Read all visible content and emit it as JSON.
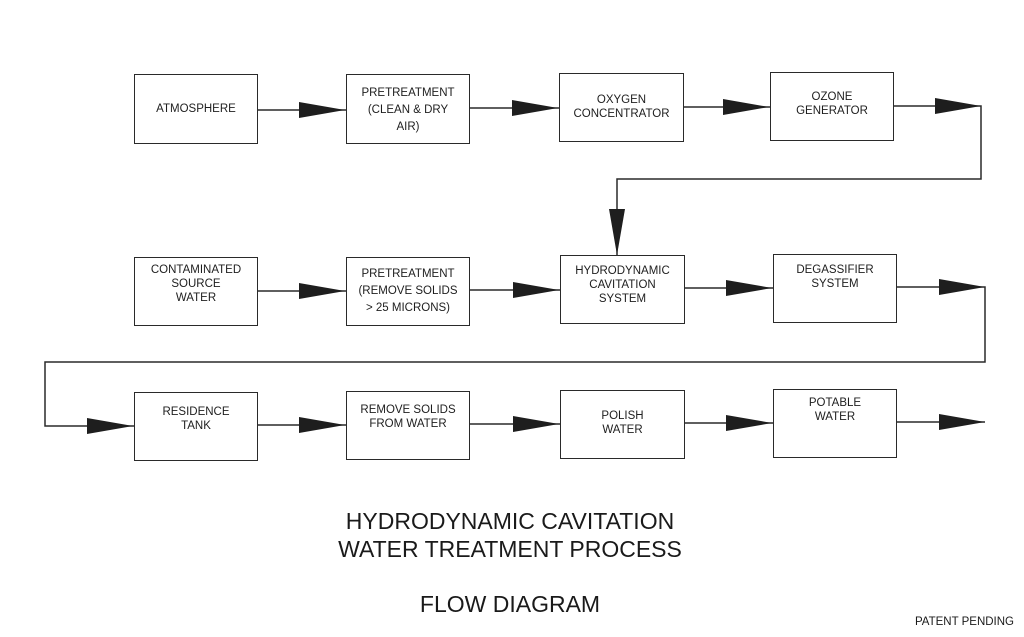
{
  "diagram": {
    "rows": [
      {
        "name": "air-ozone-line",
        "steps": [
          {
            "id": "atmosphere",
            "label": "ATMOSPHERE"
          },
          {
            "id": "pretreatment-air",
            "label": "PRETREATMENT\n(CLEAN & DRY\nAIR)"
          },
          {
            "id": "oxygen-concentrator",
            "label": "OXYGEN\nCONCENTRATOR"
          },
          {
            "id": "ozone-generator",
            "label": "OZONE\nGENERATOR"
          }
        ]
      },
      {
        "name": "water-cavitation-line",
        "steps": [
          {
            "id": "contaminated-source-water",
            "label": "CONTAMINATED\nSOURCE\nWATER"
          },
          {
            "id": "pretreatment-water",
            "label": "PRETREATMENT\n(REMOVE SOLIDS\n> 25 MICRONS)"
          },
          {
            "id": "hydrodynamic-cavitation-system",
            "label": "HYDRODYNAMIC\nCAVITATION\nSYSTEM"
          },
          {
            "id": "degassifier-system",
            "label": "DEGASSIFIER\nSYSTEM"
          }
        ]
      },
      {
        "name": "finishing-line",
        "steps": [
          {
            "id": "residence-tank",
            "label": "RESIDENCE\nTANK"
          },
          {
            "id": "remove-solids-from-water",
            "label": "REMOVE SOLIDS\nFROM WATER"
          },
          {
            "id": "polish-water",
            "label": "POLISH\nWATER"
          },
          {
            "id": "potable-water",
            "label": "POTABLE\nWATER"
          }
        ]
      }
    ],
    "connections": [
      {
        "from": "atmosphere",
        "to": "pretreatment-air"
      },
      {
        "from": "pretreatment-air",
        "to": "oxygen-concentrator"
      },
      {
        "from": "oxygen-concentrator",
        "to": "ozone-generator"
      },
      {
        "from": "ozone-generator",
        "to": "hydrodynamic-cavitation-system"
      },
      {
        "from": "contaminated-source-water",
        "to": "pretreatment-water"
      },
      {
        "from": "pretreatment-water",
        "to": "hydrodynamic-cavitation-system"
      },
      {
        "from": "hydrodynamic-cavitation-system",
        "to": "degassifier-system"
      },
      {
        "from": "degassifier-system",
        "to": "residence-tank"
      },
      {
        "from": "residence-tank",
        "to": "remove-solids-from-water"
      },
      {
        "from": "remove-solids-from-water",
        "to": "polish-water"
      },
      {
        "from": "polish-water",
        "to": "potable-water"
      },
      {
        "from": "potable-water",
        "to": "output"
      }
    ]
  },
  "title": {
    "line1": "HYDRODYNAMIC CAVITATION",
    "line2": "WATER TREATMENT PROCESS",
    "subtitle": "FLOW DIAGRAM"
  },
  "footer": {
    "note": "PATENT PENDING"
  },
  "colors": {
    "line": "#2a2a2a",
    "arrow": "#1e1e1e",
    "background": "#ffffff"
  }
}
